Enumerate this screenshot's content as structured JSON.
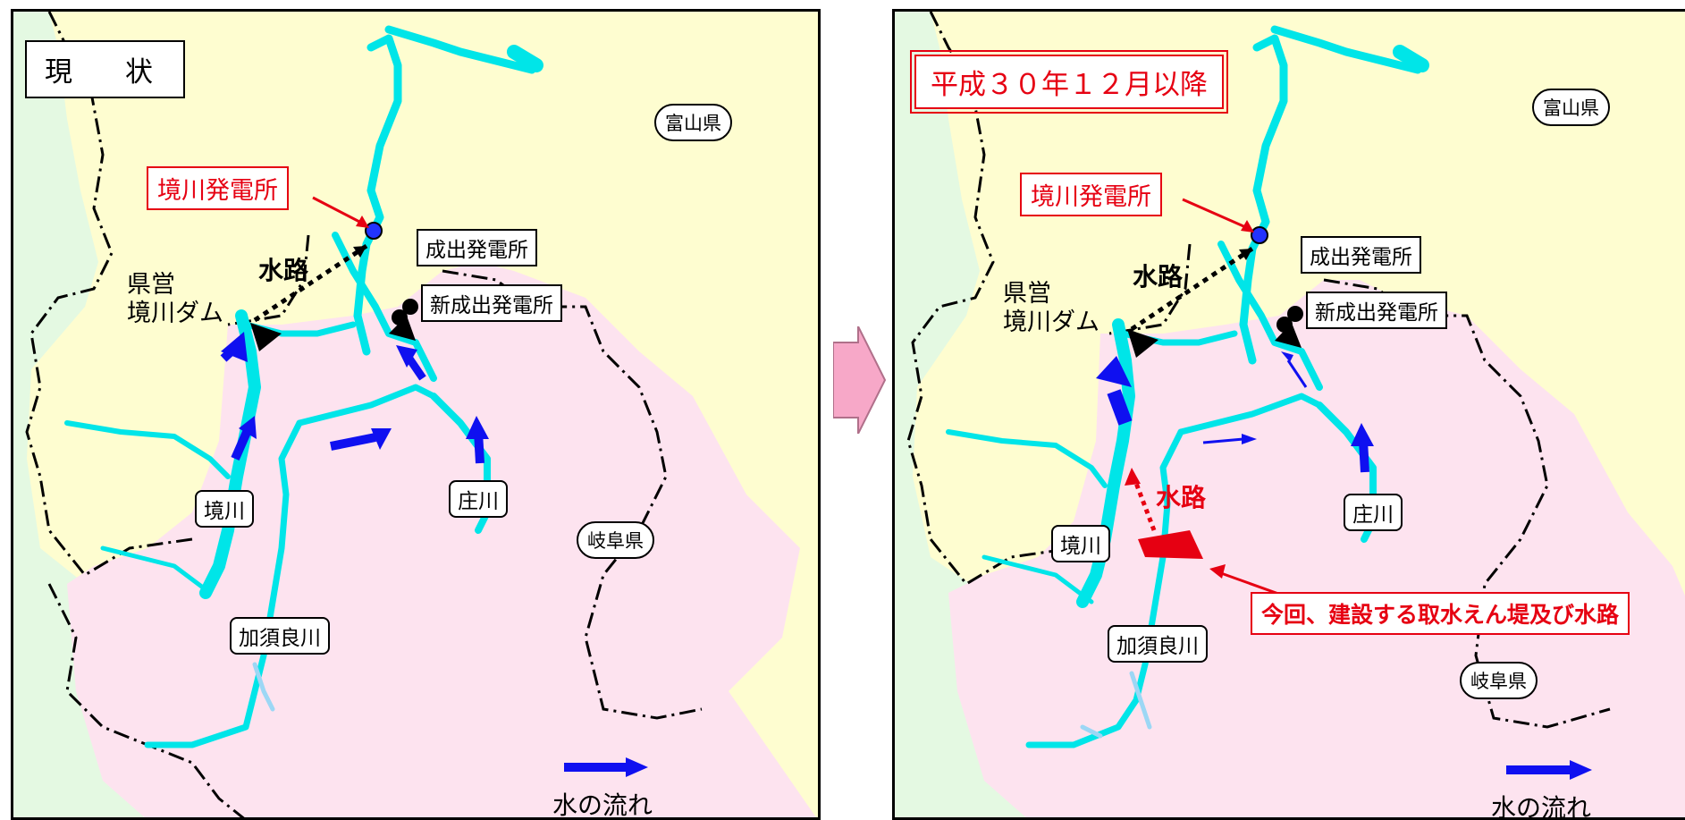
{
  "colors": {
    "toyama": "#fefdd0",
    "gifu": "#fde3ef",
    "west": "#e4f9e2",
    "river": "#00e5e8",
    "flow_arrow": "#0f10f0",
    "accent_red": "#e60012",
    "transition_arrow": "#f7a8c8"
  },
  "left": {
    "title": "現　状",
    "labels": {
      "toyama": "富山県",
      "gifu": "岐阜県",
      "sakaigawa_power": "境川発電所",
      "naride_power": "成出発電所",
      "new_naride_power": "新成出発電所",
      "dam": "県営\n境川ダム",
      "waterway": "水路",
      "river_sakai": "境川",
      "river_sho": "庄川",
      "river_kasura": "加須良川",
      "legend": "水の流れ"
    }
  },
  "right": {
    "title": "平成３０年１２月以降",
    "labels": {
      "toyama": "富山県",
      "gifu": "岐阜県",
      "sakaigawa_power": "境川発電所",
      "naride_power": "成出発電所",
      "new_naride_power": "新成出発電所",
      "dam": "県営\n境川ダム",
      "waterway": "水路",
      "waterway_new": "水路",
      "river_sakai": "境川",
      "river_sho": "庄川",
      "river_kasura": "加須良川",
      "callout": "今回、建設する取水えん堤及び水路",
      "legend": "水の流れ"
    }
  }
}
